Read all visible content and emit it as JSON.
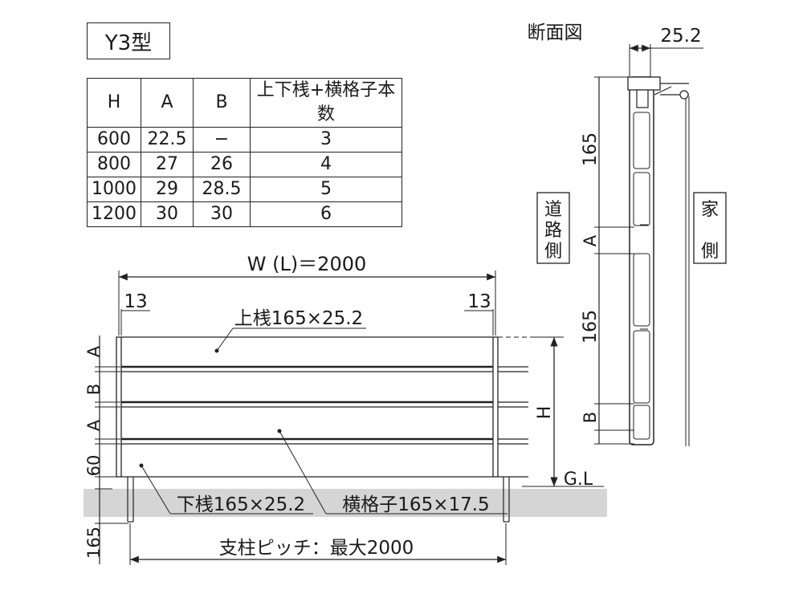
{
  "model_label": "Y3型",
  "table": {
    "headers": [
      "H",
      "A",
      "B",
      "上下桟+横格子本数"
    ],
    "rows": [
      [
        "600",
        "22.5",
        "−",
        "3"
      ],
      [
        "800",
        "27",
        "26",
        "4"
      ],
      [
        "1000",
        "29",
        "28.5",
        "5"
      ],
      [
        "1200",
        "30",
        "30",
        "6"
      ]
    ]
  },
  "front": {
    "width_label": "W (L)＝2000",
    "left_offset": "13",
    "right_offset": "13",
    "top_rail": "上桟165×25.2",
    "bottom_rail": "下桟165×25.2",
    "louver": "横格子165×17.5",
    "dim_a1": "A",
    "dim_b": "B",
    "dim_a2": "A",
    "dim_60": "60",
    "dim_165": "165",
    "height": "H",
    "ground": "G.L",
    "post_pitch": "支柱ピッチ：最大2000"
  },
  "section": {
    "title": "断面図",
    "depth": "25.2",
    "dim_165_top": "165",
    "dim_a": "A",
    "dim_165_mid": "165",
    "dim_b": "B",
    "road_side": "道路側",
    "house_side": "家側",
    "road_chars": [
      "道",
      "路",
      "側"
    ],
    "house_chars": [
      "家",
      "側"
    ]
  }
}
